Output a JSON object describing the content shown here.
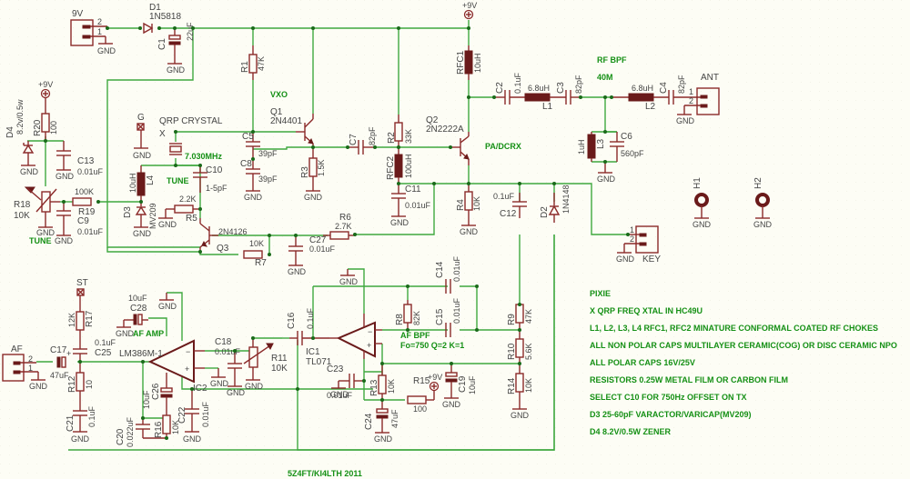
{
  "title": "PIXIE",
  "credit": "5Z4FT/KI4LTH 2011",
  "colors": {
    "background": "#fdfdf5",
    "wire": "#3fa83f",
    "part": "#8b2a2a",
    "label_green": "#159015"
  },
  "notes": [
    "PIXIE",
    "X QRP FREQ XTAL IN HC49U",
    "L1, L2, L3, L4  RFC1, RFC2 MINATURE CONFORMAL COATED RF CHOKES",
    "ALL NON POLAR CAPS MULTILAYER CERAMIC(COG) OR DISC CERAMIC NPO",
    "ALL POLAR CAPS 16V/25V",
    "RESISTORS 0.25W METAL FILM OR CARBON FILM",
    "SELECT C10 FOR 750Hz OFFSET ON TX",
    "D3 25-60pF VARACTOR/VARICAP(MV209)",
    "D4 8.2V/0.5W ZENER"
  ],
  "section_labels": {
    "vxo": "VXO",
    "pa": "PA/DCRX",
    "rf_bpf": "RF BPF",
    "band": "40M",
    "tune1": "TUNE",
    "tune2": "TUNE",
    "af_amp": "AF AMP",
    "af_bpf": "AF BPF",
    "af_bpf_params": "Fo=750 Q=2  K=1",
    "xtal_freq": "7.030MHz"
  },
  "connectors": {
    "pwr": {
      "name": "9V",
      "pin1": "1",
      "pin2": "2"
    },
    "ant": {
      "name": "ANT",
      "pin1": "1",
      "pin2": "2"
    },
    "key": {
      "name": "KEY",
      "pin1": "1",
      "pin2": "2"
    },
    "af": {
      "name": "AF",
      "pin1": "1",
      "pin2": "2"
    }
  },
  "supply": {
    "vcc1": "+9V",
    "vcc2": "+9V",
    "vcc3": "+9V"
  },
  "gnd": "GND",
  "parts": {
    "D1": {
      "ref": "D1",
      "val": "1N5818"
    },
    "C1": {
      "ref": "C1",
      "val": "22uF"
    },
    "R1": {
      "ref": "R1",
      "val": "47K"
    },
    "Q1": {
      "ref": "Q1",
      "val": "2N4401"
    },
    "Q2": {
      "ref": "Q2",
      "val": "2N2222A"
    },
    "Q3": {
      "ref": "Q3",
      "val": "2N4126"
    },
    "RFC1": {
      "ref": "RFC1",
      "val": "10uH"
    },
    "RFC2": {
      "ref": "RFC2",
      "val": "100uH"
    },
    "C2": {
      "ref": "C2",
      "val": "0.1uF"
    },
    "L1": {
      "ref": "L1",
      "val": "6.8uH"
    },
    "C3": {
      "ref": "C3",
      "val": "82pF"
    },
    "L2": {
      "ref": "L2",
      "val": "6.8uH"
    },
    "C4": {
      "ref": "C4",
      "val": "82pF"
    },
    "L3": {
      "ref": "L3",
      "val": "1uH"
    },
    "C6": {
      "ref": "C6",
      "val": "560pF"
    },
    "X": {
      "ref": "X",
      "val": "QRP CRYSTAL"
    },
    "G": {
      "ref": "G"
    },
    "C5": {
      "ref": "C5",
      "val": "39pF"
    },
    "C8": {
      "ref": "C8",
      "val": "39pF"
    },
    "C7": {
      "ref": "C7",
      "val": "82pF"
    },
    "R2": {
      "ref": "R2",
      "val": "33K"
    },
    "R3": {
      "ref": "R3",
      "val": "1.5K"
    },
    "C11": {
      "ref": "C11",
      "val": "0.01uF"
    },
    "R4": {
      "ref": "R4",
      "val": "10K"
    },
    "C12": {
      "ref": "C12",
      "val": "0.1uF"
    },
    "D2": {
      "ref": "D2",
      "val": "1N4148"
    },
    "D4": {
      "ref": "D4",
      "val": "8.2v/0.5w"
    },
    "R20": {
      "ref": "R20",
      "val": "100"
    },
    "C13": {
      "ref": "C13",
      "val": "0.01uF"
    },
    "R18": {
      "ref": "R18",
      "val": "10K"
    },
    "R19": {
      "ref": "R19",
      "val": "100K"
    },
    "C9": {
      "ref": "C9",
      "val": "0.01uF"
    },
    "L4": {
      "ref": "L4",
      "val": "10uH"
    },
    "D3": {
      "ref": "D3",
      "val": "MV209"
    },
    "C10": {
      "ref": "C10",
      "val": "1-5pF"
    },
    "R5": {
      "ref": "R5",
      "val": "2.2K"
    },
    "R7": {
      "ref": "R7",
      "val": "10K"
    },
    "C27": {
      "ref": "C27",
      "val": "0.01uF"
    },
    "R6": {
      "ref": "R6",
      "val": "2.7K"
    },
    "H1": {
      "ref": "H1"
    },
    "H2": {
      "ref": "H2"
    },
    "ST": {
      "ref": "ST"
    },
    "R17": {
      "ref": "R17",
      "val": "12K"
    },
    "C28": {
      "ref": "C28",
      "val": "10uF"
    },
    "C25": {
      "ref": "C25",
      "val": "0.1uF"
    },
    "C17": {
      "ref": "C17",
      "val": "47uF"
    },
    "R12": {
      "ref": "R12",
      "val": "10"
    },
    "C21": {
      "ref": "C21",
      "val": "0.1uF"
    },
    "IC2": {
      "ref": "IC2",
      "val": "LM386M-1"
    },
    "C20": {
      "ref": "C20",
      "val": "0.022uF"
    },
    "C26": {
      "ref": "C26",
      "val": "10uF"
    },
    "R16": {
      "ref": "R16",
      "val": "10K"
    },
    "C22": {
      "ref": "C22",
      "val": "0.01uF"
    },
    "C18": {
      "ref": "C18",
      "val": "0.01uF"
    },
    "R11": {
      "ref": "R11",
      "val": "10K"
    },
    "C16": {
      "ref": "C16",
      "val": "0.1uF"
    },
    "IC1": {
      "ref": "IC1",
      "val": "TL071"
    },
    "C23": {
      "ref": "C23",
      "val": "0.01uF"
    },
    "R8": {
      "ref": "R8",
      "val": "82K"
    },
    "C14": {
      "ref": "C14",
      "val": "0.01uF"
    },
    "C15": {
      "ref": "C15",
      "val": "0.01uF"
    },
    "R13": {
      "ref": "R13",
      "val": "10K"
    },
    "C24": {
      "ref": "C24",
      "val": "47uF"
    },
    "R15": {
      "ref": "R15",
      "val": "100"
    },
    "C19": {
      "ref": "C19",
      "val": "10uF"
    },
    "R9": {
      "ref": "R9",
      "val": "47K"
    },
    "R10": {
      "ref": "R10",
      "val": "5.6K"
    },
    "R14": {
      "ref": "R14",
      "val": "10K"
    }
  }
}
